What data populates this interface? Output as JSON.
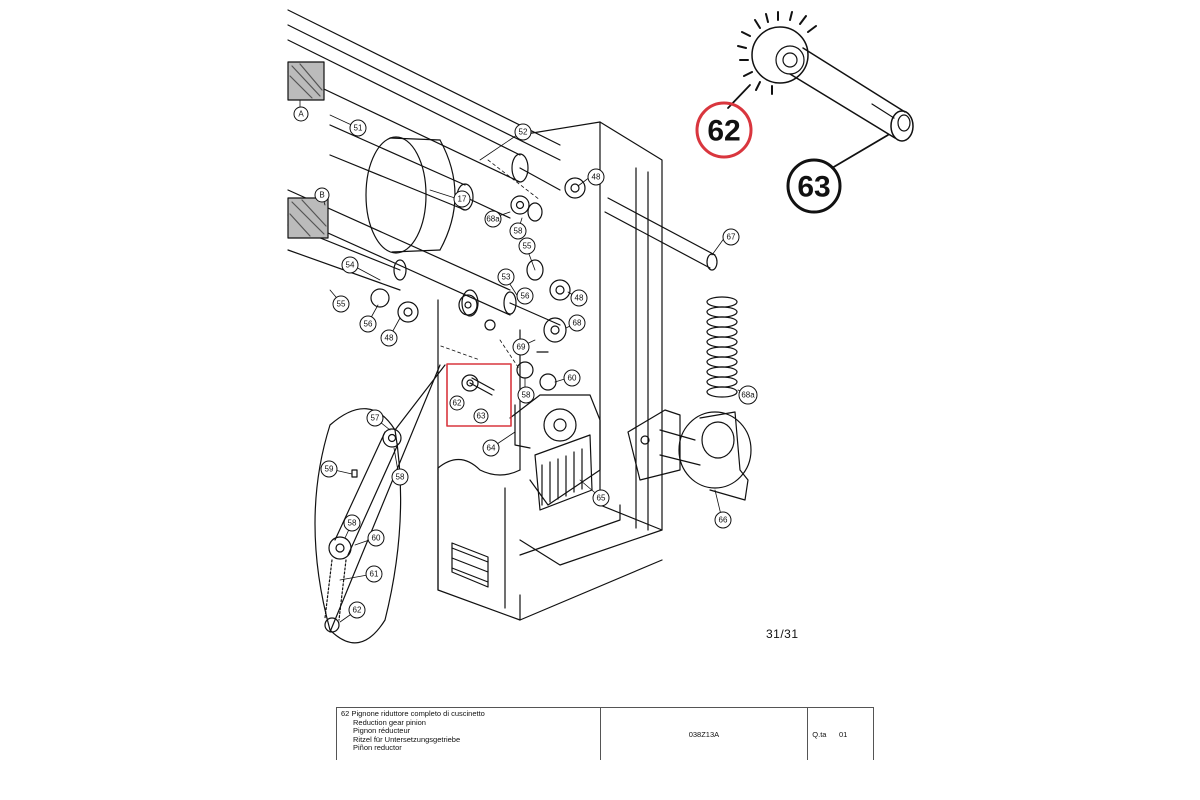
{
  "diagram": {
    "callouts": {
      "c51": "51",
      "c52": "52",
      "c48a": "48",
      "c17": "17",
      "c68a1": "68a",
      "c58a": "58",
      "c55a": "55",
      "c67": "67",
      "c54": "54",
      "c53": "53",
      "c56a": "56",
      "c48b": "48",
      "c55b": "55",
      "c56b": "56",
      "c48c": "48",
      "c68": "68",
      "c69": "69",
      "c58b": "58",
      "c60a": "60",
      "c62": "62",
      "c63": "63",
      "c64": "64",
      "c65": "65",
      "c66": "66",
      "c68a2": "68a",
      "c57": "57",
      "c59": "59",
      "c58c": "58",
      "c58d": "58",
      "c60b": "60",
      "c61": "61",
      "c62b": "62",
      "cA": "A",
      "cB": "B"
    },
    "detail_callouts": {
      "part62": "62",
      "part63": "63"
    },
    "colors": {
      "highlight": "#d9363e",
      "line": "#111111"
    }
  },
  "page_number": "31/31",
  "parts_table": {
    "item_number": "62",
    "descriptions": [
      "Pignone riduttore completo di cuscinetto",
      "Reduction gear pinion",
      "Pignon réducteur",
      "Ritzel für Untersetzungsgetriebe",
      "Piñon reductor"
    ],
    "code": "038Z13A",
    "qty_label": "Q.ta",
    "qty_value": "01"
  }
}
